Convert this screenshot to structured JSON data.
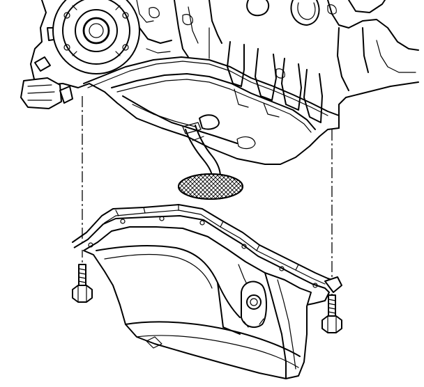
{
  "diagram": {
    "kind": "exploded-view-line-art",
    "colors": {
      "ink": "#000000",
      "paper": "#ffffff"
    },
    "components": [
      {
        "name": "engine-block-lower"
      },
      {
        "name": "rear-main-seal-housing"
      },
      {
        "name": "oil-pump-pickup-tube"
      },
      {
        "name": "oil-pump-pickup-screen"
      },
      {
        "name": "oil-pan-gasket"
      },
      {
        "name": "oil-pan"
      },
      {
        "name": "oil-pan-bolt-left"
      },
      {
        "name": "oil-pan-bolt-right"
      },
      {
        "name": "oil-drain-plug-boss"
      }
    ]
  }
}
